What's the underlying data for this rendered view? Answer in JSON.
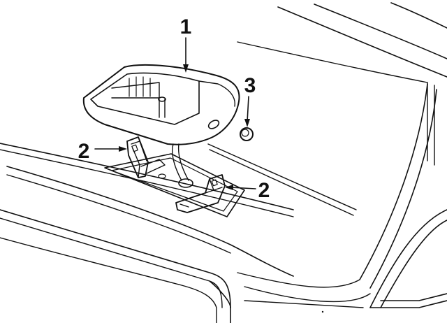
{
  "diagram": {
    "callouts": [
      {
        "id": "1",
        "label": "1"
      },
      {
        "id": "2a",
        "label": "2"
      },
      {
        "id": "2b",
        "label": "2"
      },
      {
        "id": "3",
        "label": "3"
      }
    ],
    "colors": {
      "ink": "#111111",
      "paper": "#ffffff",
      "shade": "#9a9a9a"
    }
  }
}
